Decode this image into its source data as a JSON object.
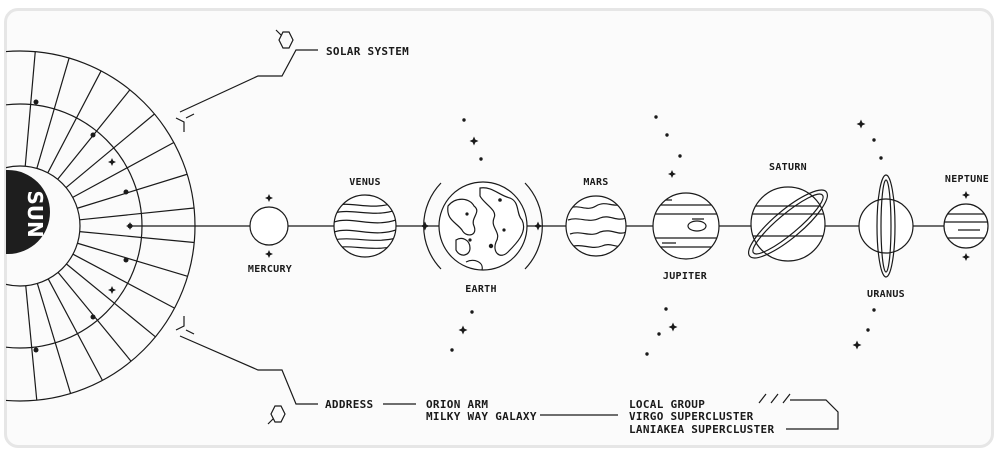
{
  "sun": {
    "label": "SUN"
  },
  "header": {
    "label": "SOLAR SYSTEM"
  },
  "planets": [
    {
      "name": "MERCURY"
    },
    {
      "name": "VENUS"
    },
    {
      "name": "EARTH"
    },
    {
      "name": "MARS"
    },
    {
      "name": "JUPITER"
    },
    {
      "name": "SATURN"
    },
    {
      "name": "URANUS"
    },
    {
      "name": "NEPTUNE"
    }
  ],
  "address": {
    "label": "ADDRESS",
    "lines_1": [
      "ORION ARM",
      "MILKY WAY GALAXY"
    ],
    "lines_2": [
      "LOCAL GROUP",
      "VIRGO SUPERCLUSTER",
      "LANIAKEA SUPERCLUSTER"
    ]
  },
  "colors": {
    "ink": "#1a1a1a",
    "background": "#fbfbfb",
    "border": "#e6e6e6"
  }
}
